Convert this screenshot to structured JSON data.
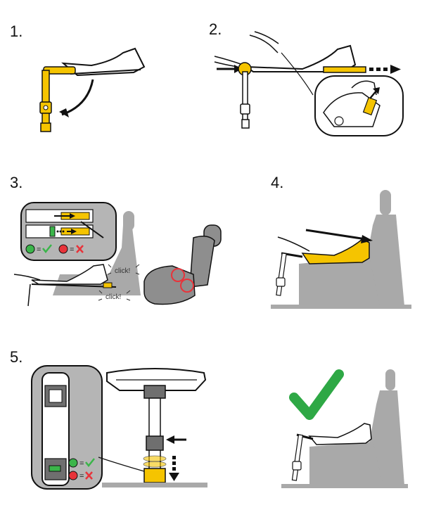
{
  "steps": [
    {
      "number": "1."
    },
    {
      "number": "2."
    },
    {
      "number": "3."
    },
    {
      "number": "4."
    },
    {
      "number": "5."
    }
  ],
  "step3": {
    "click_text": "click!"
  },
  "colors": {
    "yellow": "#f5c400",
    "gray": "#a9a9a9",
    "dark_gray": "#6f6f6f",
    "green": "#3bb54a",
    "red": "#e8333a",
    "black": "#111111",
    "check_green": "#2ea845"
  },
  "icons": [
    "arrow-icon",
    "check-icon",
    "cross-icon",
    "click-burst-icon",
    "success-checkmark-icon"
  ]
}
